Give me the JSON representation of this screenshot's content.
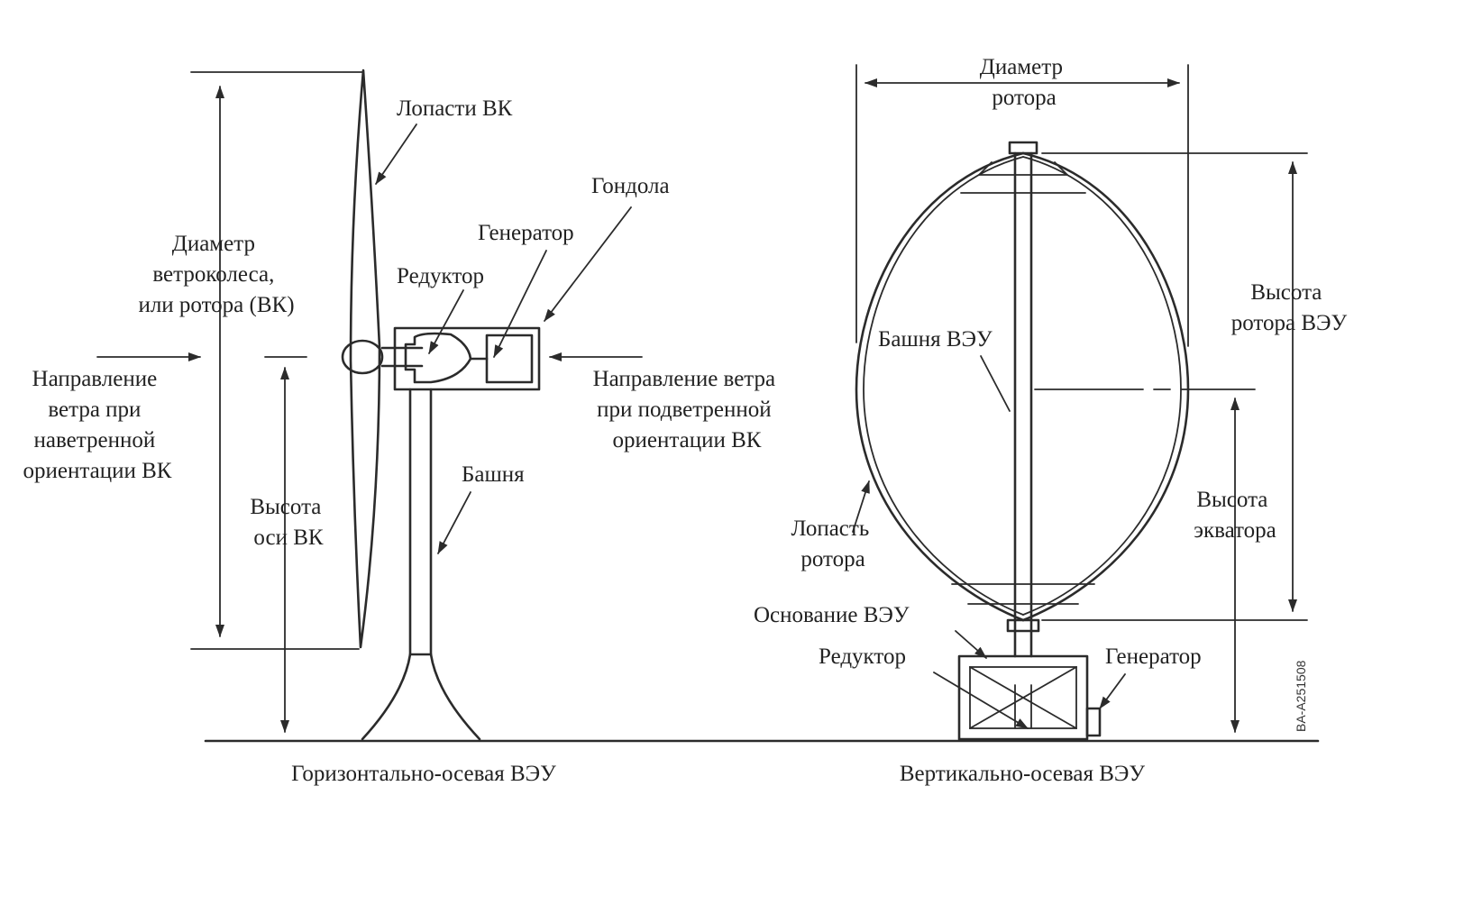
{
  "horizontal_turbine": {
    "caption": "Горизонтально-осевая ВЭУ",
    "labels": {
      "blades": "Лопасти ВК",
      "nacelle": "Гондола",
      "generator": "Генератор",
      "gearbox": "Редуктор",
      "rotor_diameter": [
        "Диаметр",
        "ветроколеса,",
        "или ротора (ВК)"
      ],
      "wind_upwind": [
        "Направление",
        "ветра при",
        "наветренной",
        "ориентации ВК"
      ],
      "wind_downwind": [
        "Направление ветра",
        "при подветренной",
        "ориентации ВК"
      ],
      "tower": "Башня",
      "hub_height": [
        "Высота",
        "оси ВК"
      ]
    }
  },
  "vertical_turbine": {
    "caption": "Вертикально-осевая ВЭУ",
    "labels": {
      "rotor_diameter": [
        "Диаметр",
        "ротора"
      ],
      "tower": "Башня ВЭУ",
      "rotor_height": [
        "Высота",
        "ротора ВЭУ"
      ],
      "equator_height": [
        "Высота",
        "экватора"
      ],
      "rotor_blade": [
        "Лопасть",
        "ротора"
      ],
      "base": "Основание ВЭУ",
      "gearbox": "Редуктор",
      "generator": "Генератор"
    }
  },
  "figure_code": "BA-A251508",
  "colors": {
    "ink": "#2b2b2b",
    "background": "#ffffff"
  }
}
